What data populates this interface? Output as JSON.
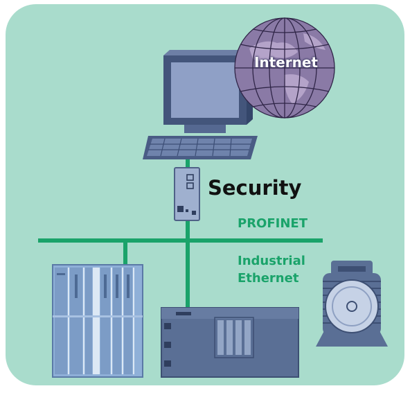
{
  "diagram": {
    "labels": {
      "internet": "Internet",
      "security": "Security",
      "profinet": "PROFINET",
      "industrial_ethernet": [
        "Industrial",
        "Ethernet"
      ]
    },
    "colors": {
      "background_panel": "#a9dccc",
      "network_line": "#1aa36a",
      "label_green": "#1aa36a",
      "device_blue": "#5a6f95",
      "globe_purple": "#8a7aa6"
    },
    "icons": [
      "globe-icon",
      "computer-icon",
      "security-module-icon",
      "plc-rack-icon",
      "controller-icon",
      "motor-icon"
    ]
  }
}
